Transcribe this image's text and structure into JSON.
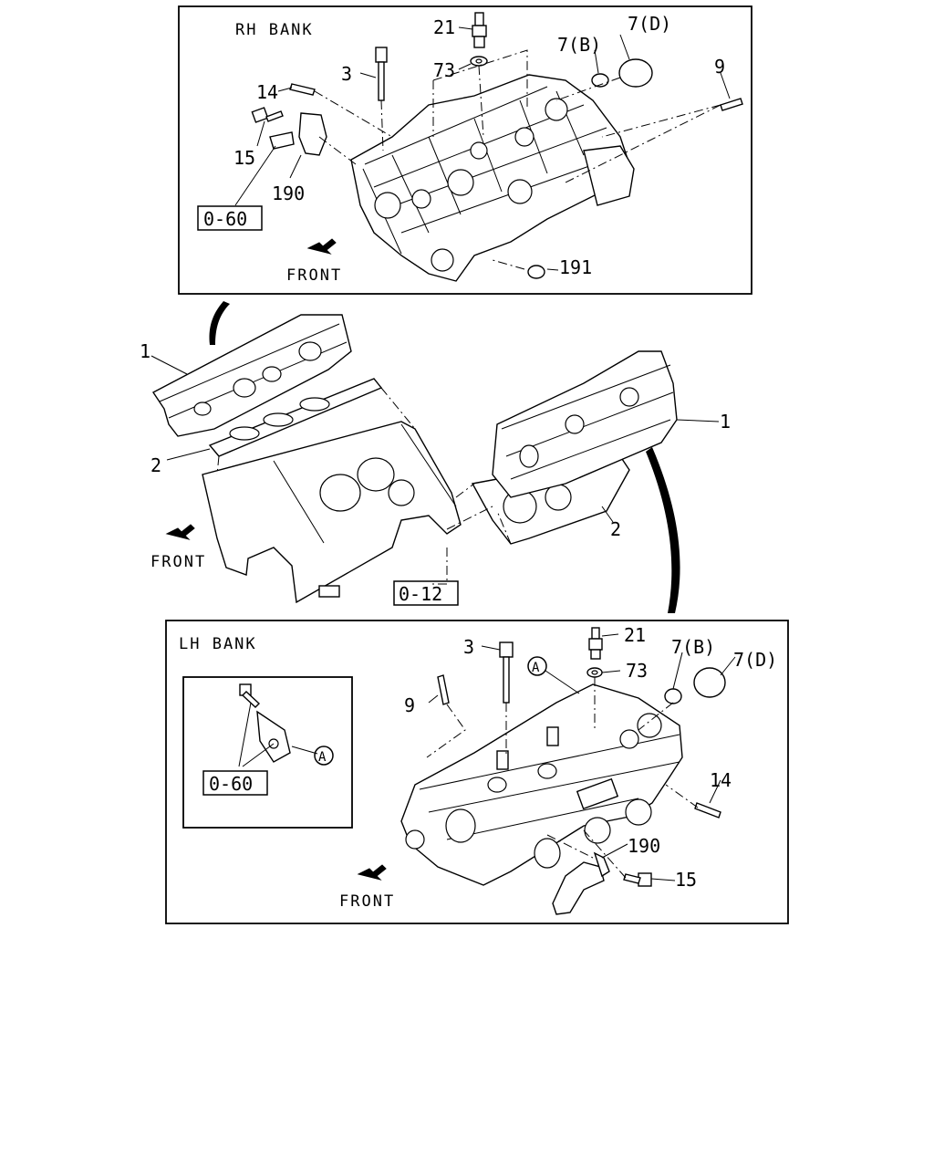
{
  "rh_bank": {
    "title": "RH BANK",
    "labels": {
      "p21": "21",
      "p7d": "7(D)",
      "p7b": "7(B)",
      "p3": "3",
      "p73": "73",
      "p9": "9",
      "p14": "14",
      "p15": "15",
      "p190": "190",
      "p191": "191"
    },
    "ref": "0-60",
    "front": "FRONT"
  },
  "middle": {
    "labels": {
      "p1_left": "1",
      "p2_left": "2",
      "p1_right": "1",
      "p2_right": "2"
    },
    "ref": "0-12",
    "front": "FRONT"
  },
  "lh_bank": {
    "title": "LH BANK",
    "labels": {
      "p3": "3",
      "p21": "21",
      "p73": "73",
      "p7b": "7(B)",
      "p7d": "7(D)",
      "p9": "9",
      "p14": "14",
      "p190": "190",
      "p15": "15"
    },
    "callout": "A",
    "inset_callout": "A",
    "inset_ref": "0-60",
    "front": "FRONT"
  }
}
